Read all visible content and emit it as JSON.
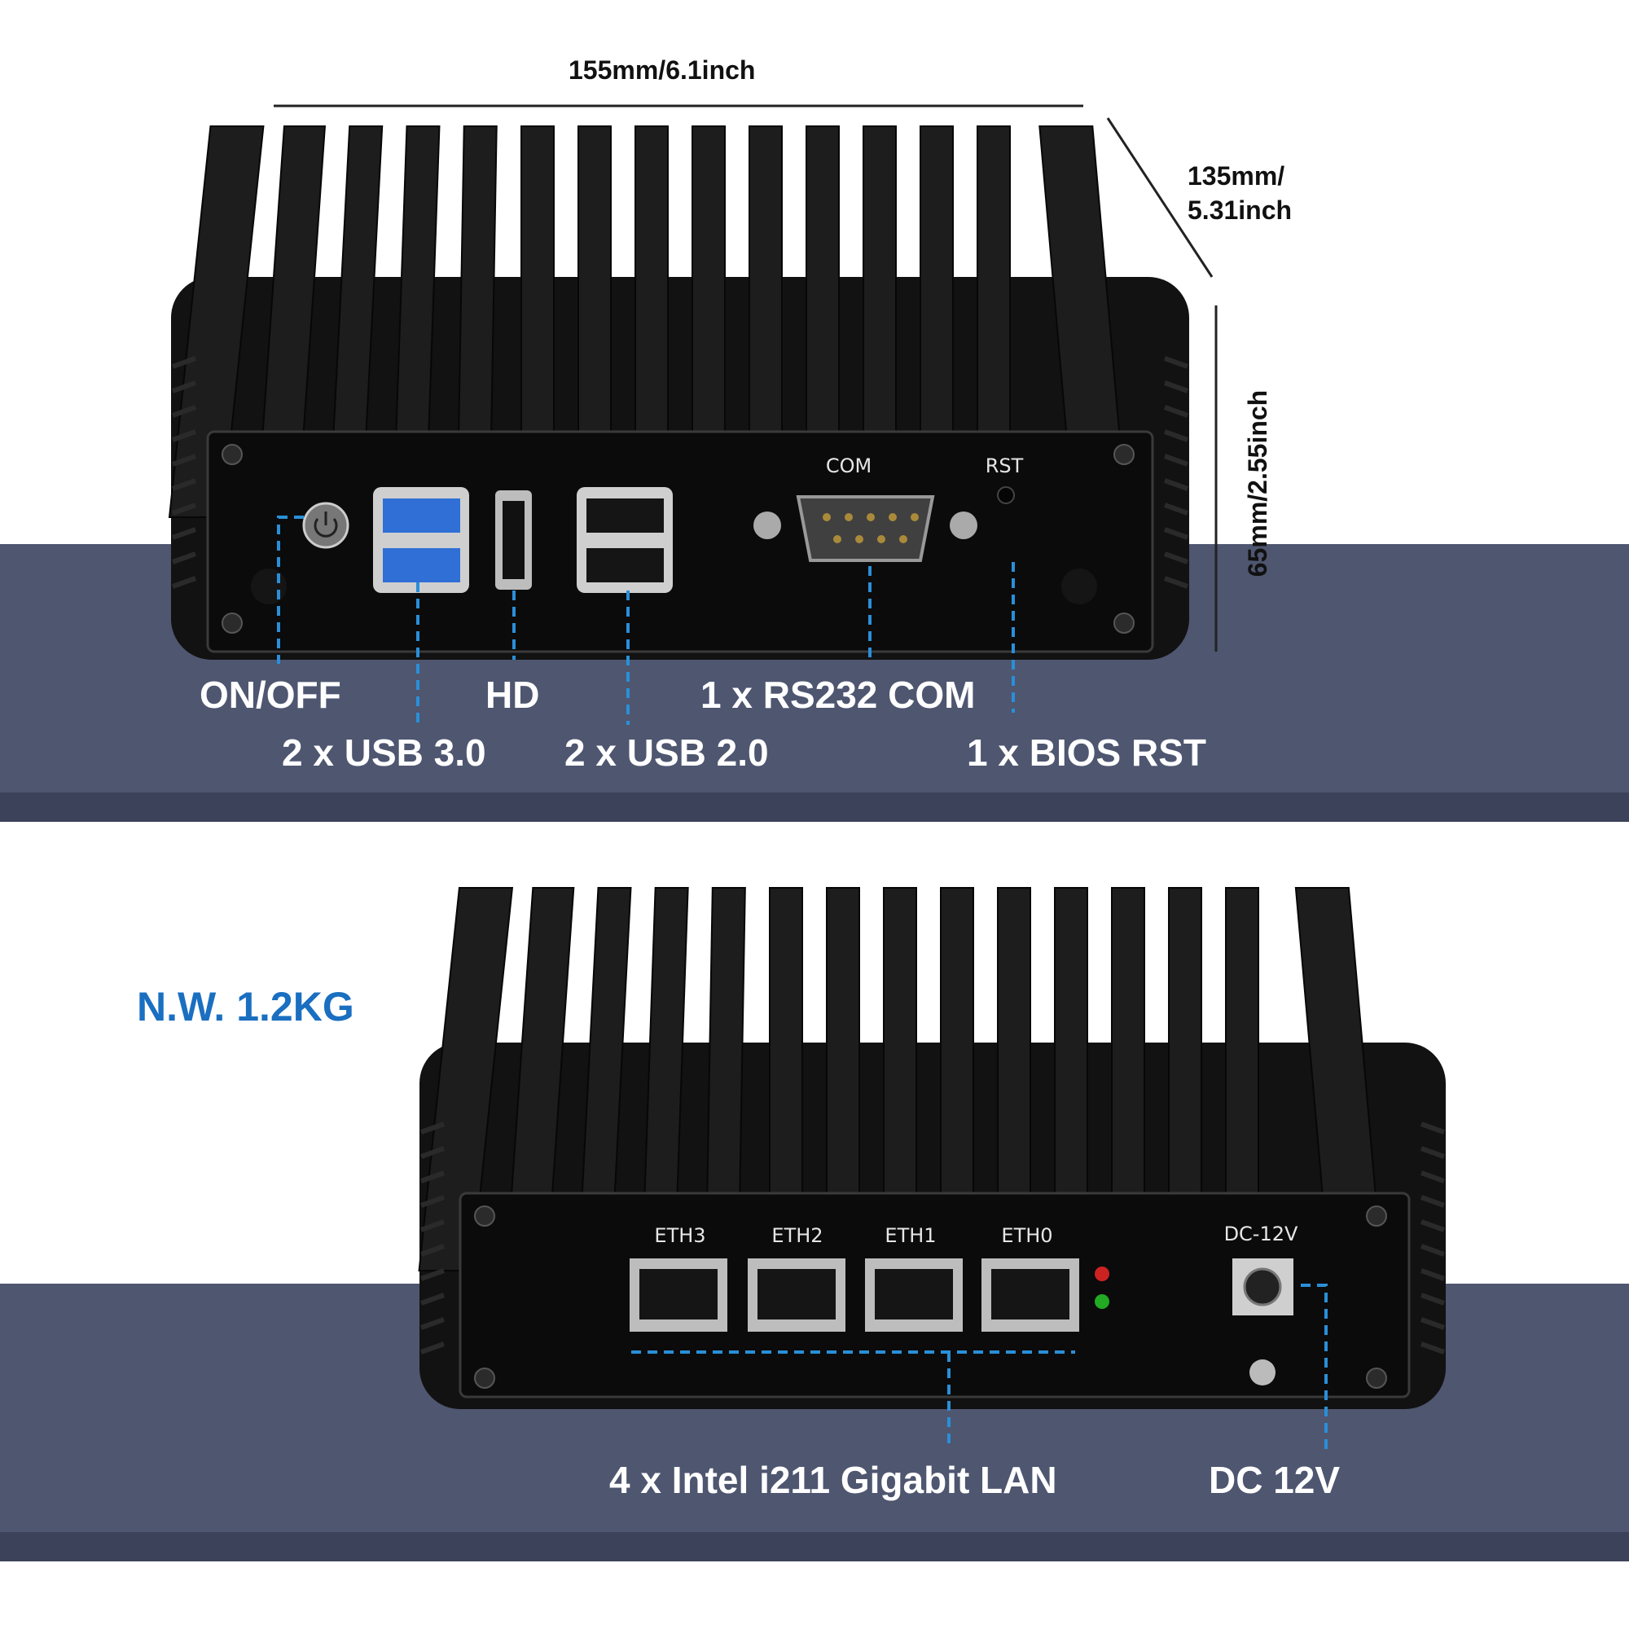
{
  "dimensions": {
    "width": "155mm/6.1inch",
    "depth_line1": "135mm/",
    "depth_line2": "5.31inch",
    "height": "65mm/2.55inch"
  },
  "front": {
    "port_labels": {
      "com": "COM",
      "rst": "RST"
    },
    "callouts": {
      "on_off": "ON/OFF",
      "hd": "HD",
      "rs232": "1 x RS232 COM",
      "usb3": "2 x USB 3.0",
      "usb2": "2 x USB 2.0",
      "bios_rst": "1 x BIOS RST"
    }
  },
  "weight": "N.W. 1.2KG",
  "back": {
    "port_labels": {
      "eth3": "ETH3",
      "eth2": "ETH2",
      "eth1": "ETH1",
      "eth0": "ETH0",
      "dc": "DC-12V"
    },
    "callouts": {
      "lan": "4 x Intel i211 Gigabit LAN",
      "dc": "DC 12V"
    }
  },
  "colors": {
    "band": "#4e5670",
    "leader": "#2a8fd8",
    "weight_text": "#1a6fc0",
    "usb3_blue": "#2f6fd6"
  }
}
